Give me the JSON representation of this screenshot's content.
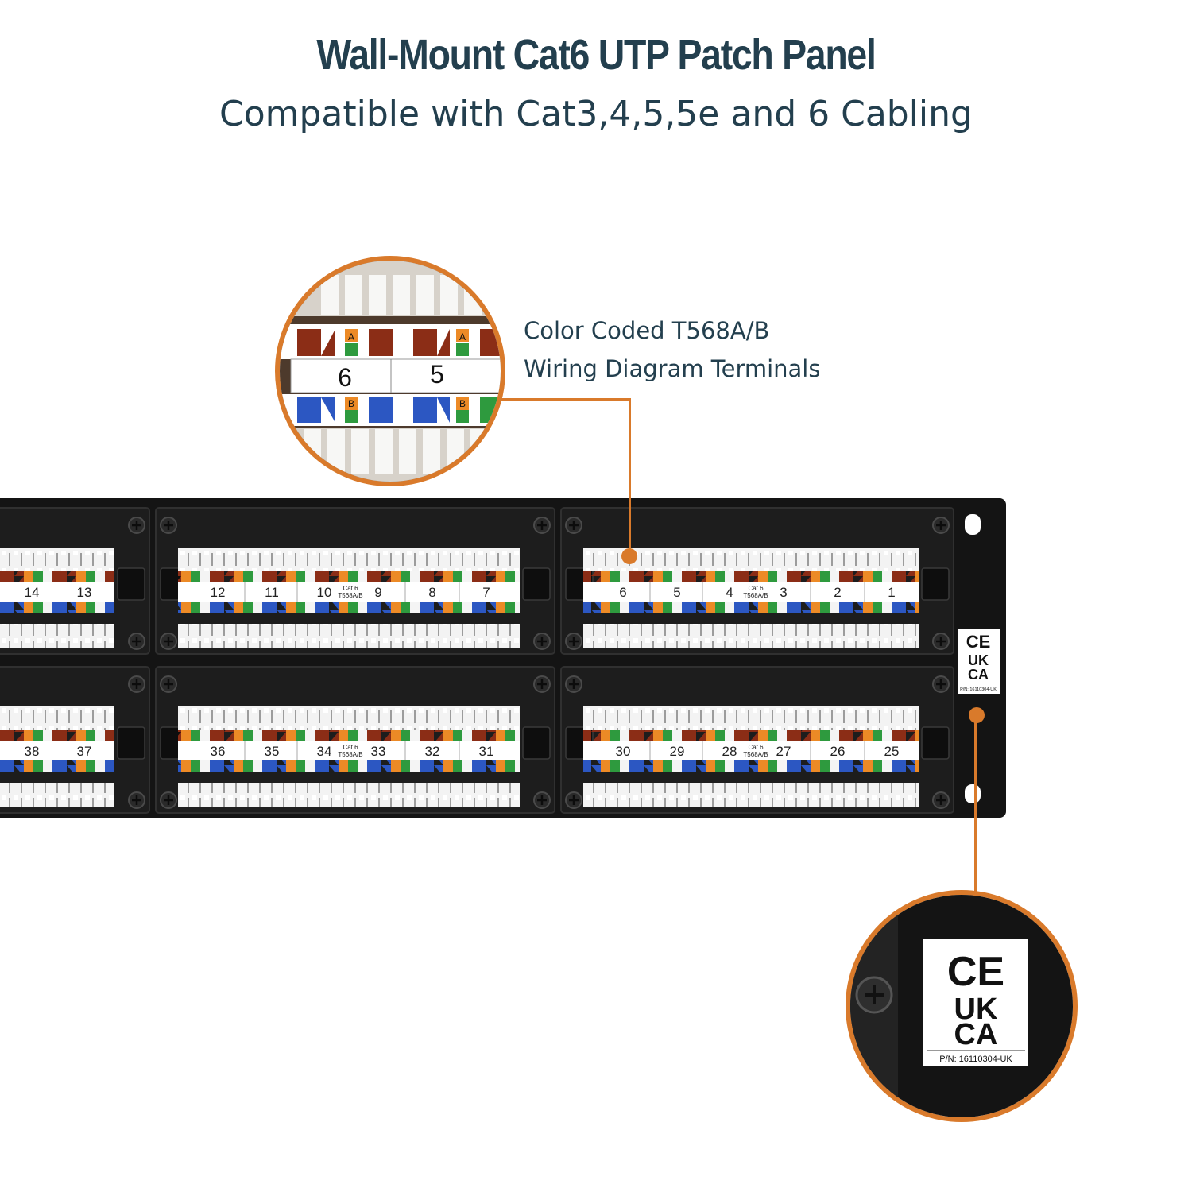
{
  "heading": {
    "title": "Wall-Mount Cat6 UTP Patch Panel",
    "subtitle": "Compatible with Cat3,4,5,5e and 6 Cabling"
  },
  "callout_wiring": {
    "line1": "Color Coded T568A/B",
    "line2": "Wiring Diagram Terminals"
  },
  "panel": {
    "top_row": [
      {
        "left": "14",
        "right": "13"
      },
      {
        "left": "12",
        "mid": "11",
        "pair_left": "10",
        "pair_right": "9",
        "r1": "8",
        "r2": "7"
      },
      {
        "left": "6",
        "mid": "5",
        "pair_left": "4",
        "pair_right": "3",
        "r1": "2",
        "r2": "1"
      }
    ],
    "bottom_row": [
      {
        "left": "38",
        "right": "37"
      },
      {
        "left": "36",
        "mid": "35",
        "pair_left": "34",
        "pair_right": "33",
        "r1": "32",
        "r2": "31"
      },
      {
        "left": "30",
        "mid": "29",
        "pair_left": "28",
        "pair_right": "27",
        "r1": "26",
        "r2": "25"
      }
    ],
    "cat_label_line1": "Cat 6",
    "cat_label_line2": "T568A/B",
    "pair_letter_a": "A",
    "pair_letter_b": "B"
  },
  "zoom_wiring": {
    "port_left": "6",
    "port_right": "5",
    "letter_a": "A",
    "letter_b": "B"
  },
  "certification": {
    "ce": "CE",
    "uk": "UK",
    "ca": "CA",
    "part_number": "P/N: 16110304-UK"
  },
  "colors": {
    "accent": "#d97a2b",
    "heading": "#233f4e",
    "panel": "#161616",
    "wire_green": "#2e9a3e",
    "wire_blue": "#2c57c2",
    "wire_orange": "#ec8a26",
    "wire_brown": "#8b2d16"
  }
}
